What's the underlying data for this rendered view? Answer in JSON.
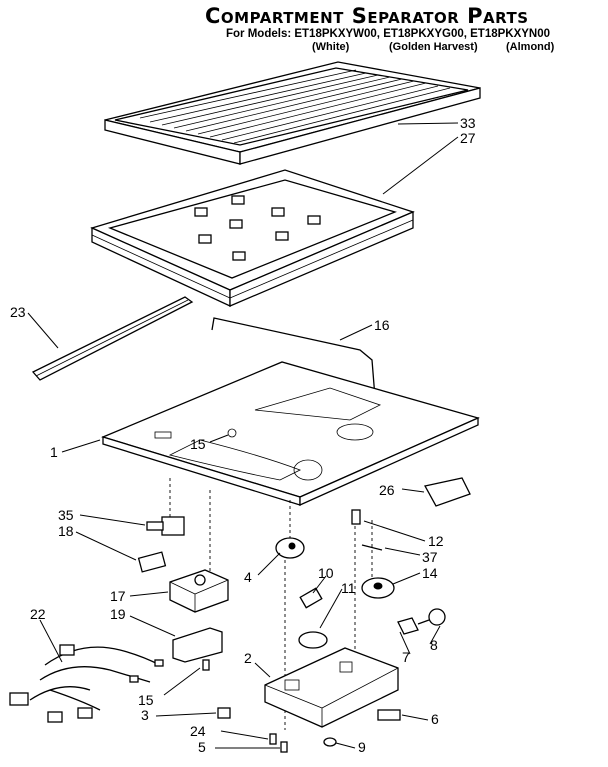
{
  "header": {
    "title": "Compartment Separator Parts",
    "models_line": "For Models: ET18PKXYW00, ET18PKXYG00, ET18PKXYN00",
    "variants": [
      "(White)",
      "(Golden Harvest)",
      "(Almond)"
    ]
  },
  "callouts": {
    "p33": "33",
    "p27": "27",
    "p23": "23",
    "p16": "16",
    "p1": "1",
    "p15a": "15",
    "p26": "26",
    "p35": "35",
    "p18": "18",
    "p12": "12",
    "p37": "37",
    "p14": "14",
    "p4": "4",
    "p17": "17",
    "p10": "10",
    "p11": "11",
    "p19": "19",
    "p22": "22",
    "p8": "8",
    "p7": "7",
    "p2": "2",
    "p15b": "15",
    "p3": "3",
    "p6": "6",
    "p24": "24",
    "p5": "5",
    "p9": "9"
  }
}
